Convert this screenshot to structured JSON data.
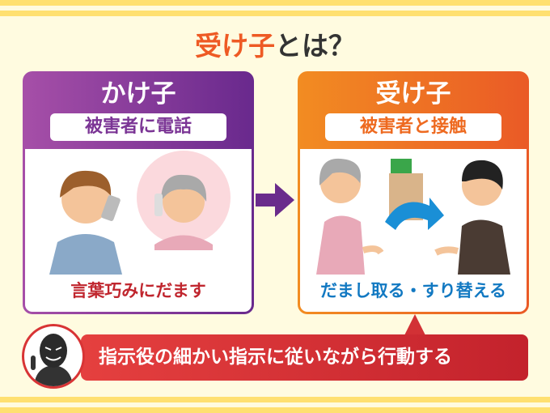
{
  "title": {
    "highlight": "受け子",
    "rest": "とは？"
  },
  "left_panel": {
    "name": "かけ子",
    "subtitle": "被害者に電話",
    "caption": "言葉巧みにだます"
  },
  "right_panel": {
    "name": "受け子",
    "subtitle": "被害者と接触",
    "caption": "だまし取る・すり替える"
  },
  "banner": {
    "text": "指示役の細かい指示に従いながら行動する"
  },
  "colors": {
    "purple": "#7b3595",
    "orange": "#ee6a20",
    "red": "#d83435",
    "blue": "#1279c2",
    "background": "#fffbe0"
  }
}
